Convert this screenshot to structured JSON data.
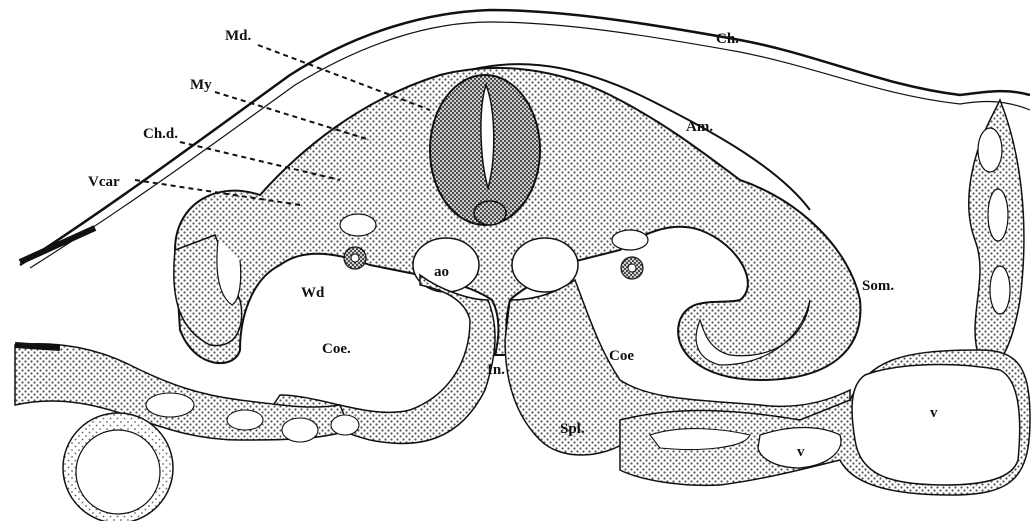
{
  "figure": {
    "labels": {
      "md": "Md.",
      "my": "My",
      "chd": "Ch.d.",
      "vcar": "Vcar",
      "ch": "Ch.",
      "am": "Am.",
      "som": "Som.",
      "ao": "ao",
      "wd": "Wd",
      "coe_left": "Coe.",
      "coe_right": "Coe",
      "in": "In.",
      "spl": "Spl.",
      "v_small": "v",
      "v_large": "v"
    },
    "colors": {
      "ink": "#111111",
      "paper": "#ffffff",
      "tissue": "#8a8a8a",
      "dense_tissue": "#4a4a4a"
    }
  }
}
